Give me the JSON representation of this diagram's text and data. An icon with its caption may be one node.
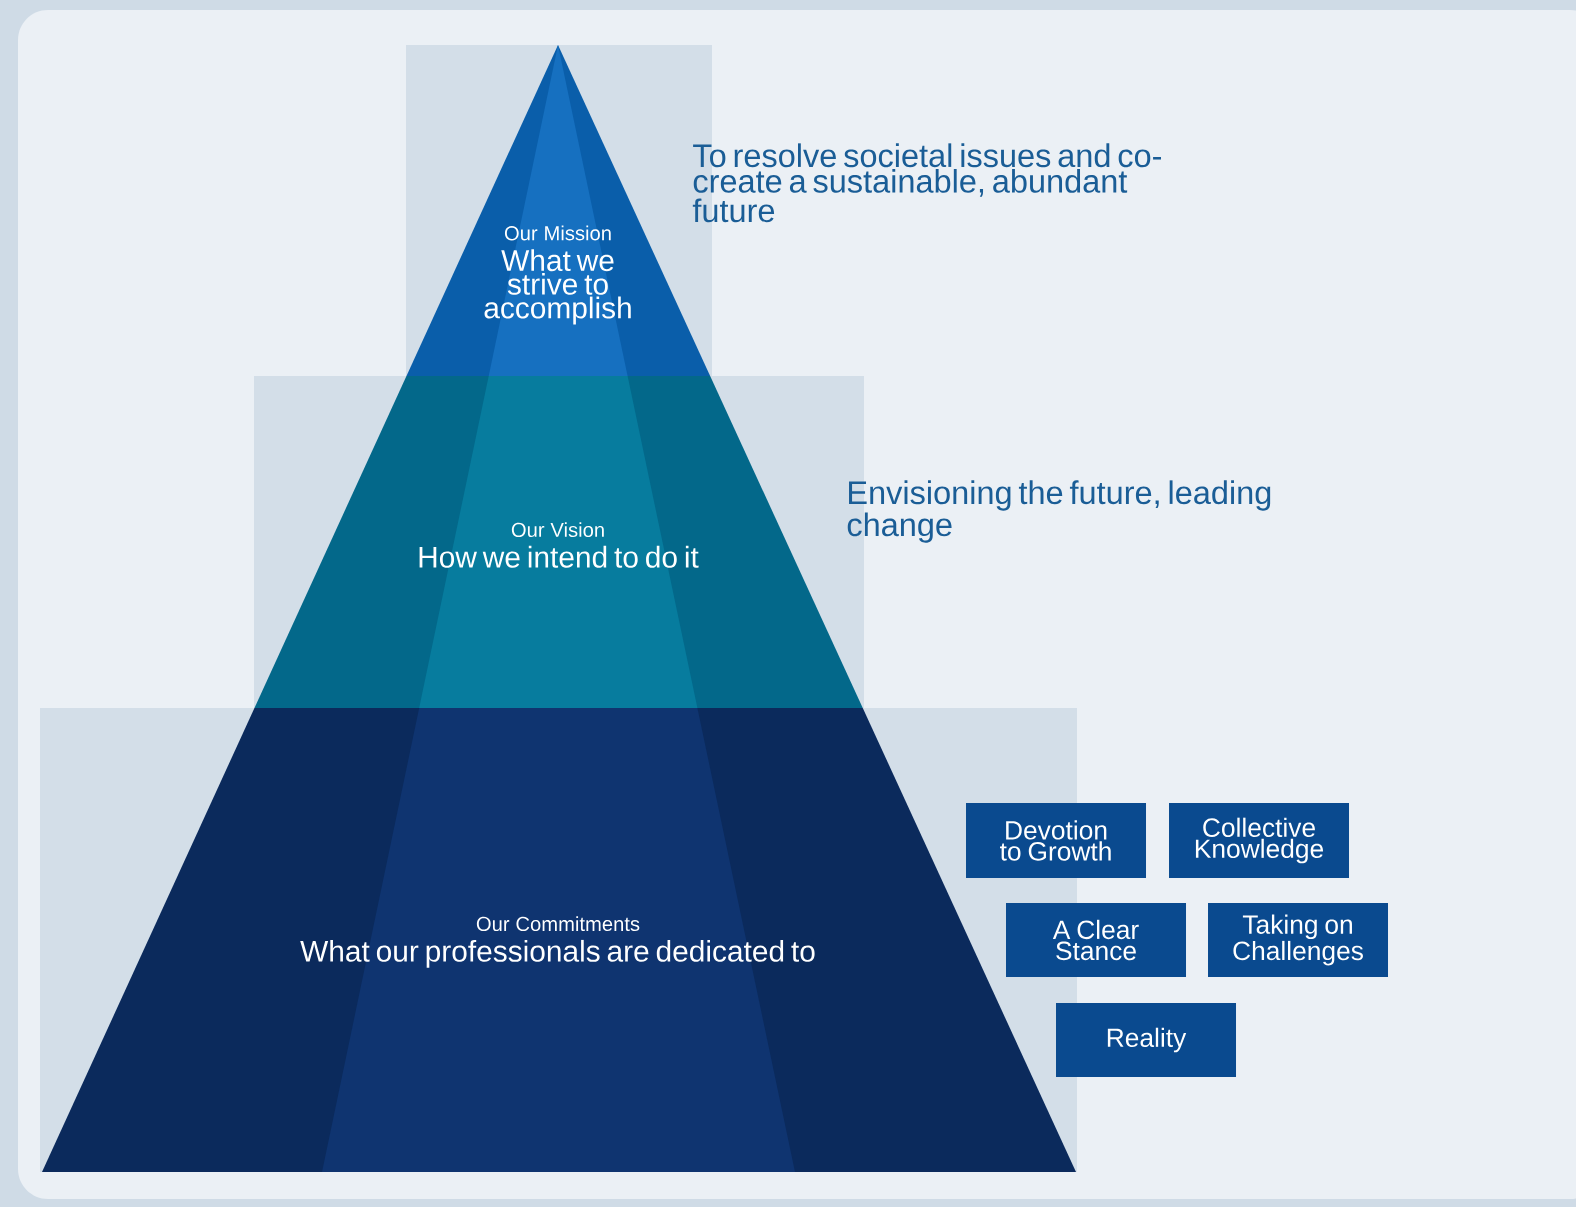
{
  "diagram": {
    "nodes": [
      {
        "text": [
          "Our Mission",
          "What we strive to accomplish"
        ],
        "beside": [
          "To resolve societal issues and co-create a sustainable, abundant future"
        ]
      },
      {
        "text": [
          "Our Vision",
          "How we intend to do it"
        ],
        "beside": [
          "Envisioning the future, leading change"
        ]
      },
      {
        "text": [
          "Our Commitments",
          "What our professionals are dedicated to"
        ]
      },
      {
        "text": [
          "Devotion to Growth"
        ]
      },
      {
        "text": [
          "Collective Knowledge"
        ]
      },
      {
        "text": [
          "A Clear Stance"
        ]
      },
      {
        "text": [
          "Taking on Challenges"
        ]
      },
      {
        "text": [
          "Reality"
        ]
      }
    ]
  }
}
